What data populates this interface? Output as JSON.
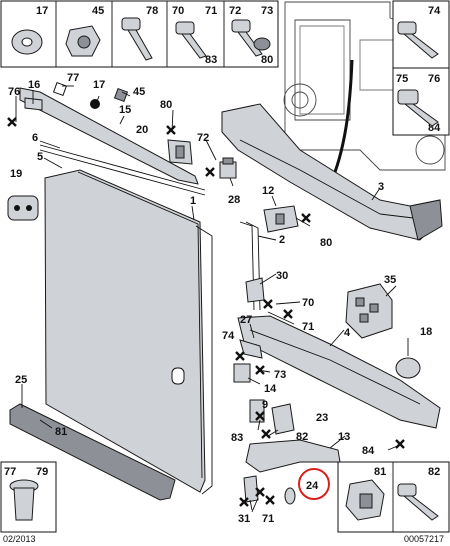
{
  "diagram": {
    "reference_date": "02/2013",
    "reference_code": "00057217",
    "colors": {
      "line": "#111111",
      "metal_fill": "#cfd2d6",
      "dark_fill": "#8d9096",
      "highlight_circle": "#d82020",
      "background": "#ffffff"
    },
    "top_inset_labels": {
      "cell_17": "17",
      "cell_45": "45",
      "cell_78": "78",
      "cell_70": "70",
      "cell_71": "71",
      "cell_83": "83",
      "cell_72": "72",
      "cell_73": "73",
      "cell_80": "80"
    },
    "right_inset_labels": {
      "cell_74": "74",
      "cell_75": "75",
      "cell_76": "76",
      "cell_84": "84"
    },
    "bottom_left_inset_labels": {
      "a": "77",
      "b": "79"
    },
    "bottom_right_inset_labels": {
      "a": "81",
      "b": "82"
    },
    "callouts": {
      "c76": "76",
      "c16": "16",
      "c77": "77",
      "c17": "17",
      "c45": "45",
      "c15": "15",
      "c6": "6",
      "c5": "5",
      "c80a": "80",
      "c20": "20",
      "c72": "72",
      "c28": "28",
      "c19": "19",
      "c1": "1",
      "c12": "12",
      "c2": "2",
      "c80b": "80",
      "c3": "3",
      "c30": "30",
      "c70": "70",
      "c71": "71",
      "c35": "35",
      "c27": "27",
      "c74": "74",
      "c4": "4",
      "c18": "18",
      "c73": "73",
      "c14": "14",
      "c25": "25",
      "c81": "81",
      "c23": "23",
      "c83": "83",
      "c82": "82",
      "c13": "13",
      "c84": "84",
      "c24": "24",
      "c31": "31",
      "c71b": "71",
      "c9": "9"
    }
  }
}
